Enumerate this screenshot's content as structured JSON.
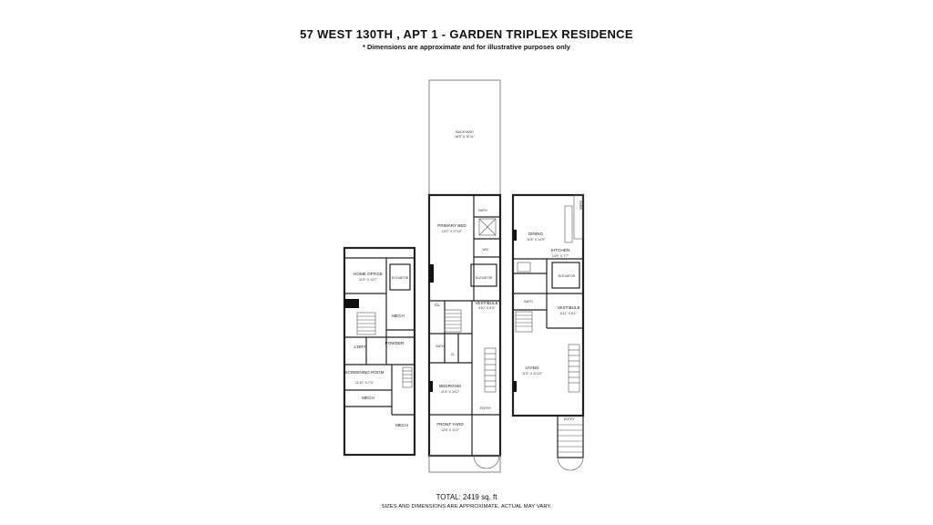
{
  "header": {
    "title": "57 WEST 130TH , APT 1 - GARDEN TRIPLEX RESIDENCE",
    "subtitle": "* Dimensions are approximate and for illustrative purposes only"
  },
  "footer": {
    "total": "TOTAL: 2419 sq. ft",
    "note": "SIZES AND DIMENSIONS ARE APPROXIMATE, ACTUAL MAY VARY."
  },
  "rooms": {
    "backyard": {
      "name": "BACKYARD",
      "dims": "18'9\" X 30'11\""
    },
    "primary_bed": {
      "name": "PRIMARY BED",
      "dims": "12'0\" X 27'10\""
    },
    "bath_upper": {
      "name": "BATH"
    },
    "wic": {
      "name": "WIC"
    },
    "elevator_mid": {
      "name": "ELEVATOR"
    },
    "cl_1": {
      "name": "CL"
    },
    "vestibule_mid": {
      "name": "VESTIBULE",
      "dims": "4'10\" X 8'3\""
    },
    "bath_mid": {
      "name": "BATH"
    },
    "cl_2": {
      "name": "CL"
    },
    "bedroom": {
      "name": "BEDROOM",
      "dims": "11'5\" X 14'2\""
    },
    "entry_mid": {
      "name": "ENTRY"
    },
    "front_yard": {
      "name": "FRONT YARD",
      "dims": "12'6\" X 11'0\""
    },
    "home_office": {
      "name": "HOME OFFICE",
      "dims": "11'0\" X 13'7\""
    },
    "elevator_left": {
      "name": "ELEVATOR"
    },
    "mech_1": {
      "name": "MECH"
    },
    "powder": {
      "name": "POWDER"
    },
    "laundry": {
      "name": "L'DRY"
    },
    "screening_room": {
      "name": "SCREENING ROOM",
      "dims": "11'10\" X 7'0\""
    },
    "mech_2": {
      "name": "MECH"
    },
    "mech_3": {
      "name": "MECH"
    },
    "dining": {
      "name": "DINING",
      "dims": "11'8\" X 14'9\""
    },
    "oven": {
      "name": "OVEN"
    },
    "kitchen": {
      "name": "KITCHEN",
      "dims": "14'9\" X 7'7\""
    },
    "elevator_right": {
      "name": "ELEVATOR"
    },
    "bath_right": {
      "name": "BATH"
    },
    "vestibule_right": {
      "name": "VESTIBULE",
      "dims": "6'11\" X 8'1\""
    },
    "living": {
      "name": "LIVING",
      "dims": "11'5\" X 21'10\""
    },
    "entry_right": {
      "name": "ENTRY"
    }
  }
}
